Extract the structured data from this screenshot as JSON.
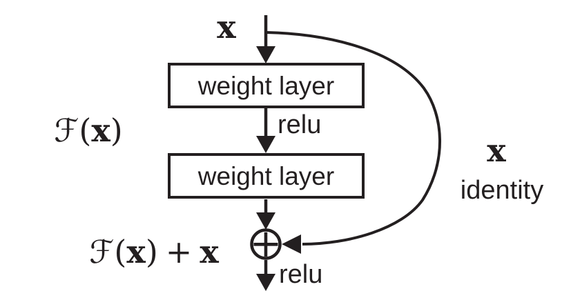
{
  "diagram": {
    "name": "residual-learning-building-block",
    "ink_color": "#231f20",
    "background_color": "#ffffff",
    "input": {
      "label": "x"
    },
    "layers": [
      {
        "label": "weight layer"
      },
      {
        "label": "weight layer"
      }
    ],
    "activations": {
      "between_layers": "relu",
      "after_addition": "relu"
    },
    "residual_branch": {
      "script_f": "ℱ",
      "open_paren": "(",
      "x": "x",
      "close_paren": ")"
    },
    "output_expression": {
      "script_f": "ℱ",
      "open_paren": "(",
      "x1": "x",
      "close_paren": ")",
      "plus": "+",
      "x2": "x"
    },
    "skip_branch": {
      "x_label": "x",
      "identity_label": "identity"
    },
    "add_node": {
      "icon": "circled-plus",
      "symbol": "+"
    }
  }
}
